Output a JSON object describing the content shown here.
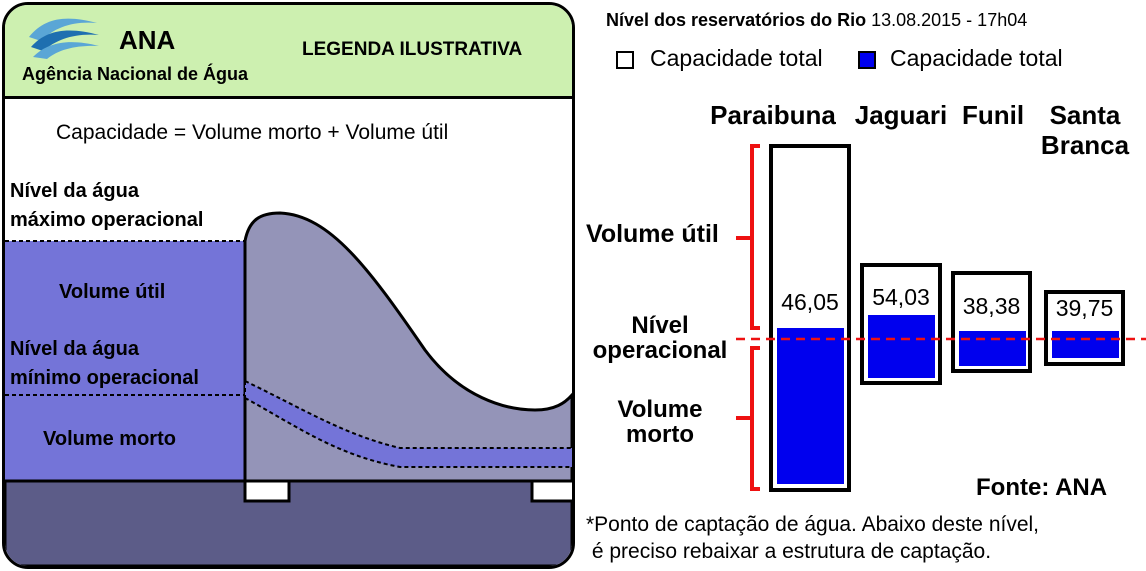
{
  "illustration": {
    "brand_name": "ANA",
    "brand_full": "Agência Nacional de Água",
    "legend_tag": "LEGENDA ILUSTRATIVA",
    "formula": "Capacidade = Volume morto + Volume útil",
    "max_level_label": [
      "Nível da água",
      "máximo operacional"
    ],
    "min_level_label": [
      "Nível da água",
      "mínimo operacional"
    ],
    "useful_volume_label": "Volume útil",
    "dead_volume_label": "Volume morto"
  },
  "chart_data": {
    "type": "bar",
    "title": "Nível dos reservatórios do Rio",
    "datetime": "13.08.2015 - 17h04",
    "legend": [
      {
        "label": "Capacidade total",
        "color": "#ffffff"
      },
      {
        "label": "Capacidade total",
        "color": "#0000ee"
      }
    ],
    "categories": [
      "Paraibuna",
      "Jaguari",
      "Funil",
      "Santa Branca"
    ],
    "category_lines": [
      [
        "Paraibuna"
      ],
      [
        "Jaguari"
      ],
      [
        "Funil"
      ],
      [
        "Santa",
        "Branca"
      ]
    ],
    "values": [
      46.05,
      54.03,
      38.38,
      39.75
    ],
    "value_labels": [
      "46,05",
      "54,03",
      "38,38",
      "39,75"
    ],
    "side_labels": {
      "useful": "Volume útil",
      "operational": [
        "Nível",
        "operacional"
      ],
      "dead": [
        "Volume",
        "morto"
      ]
    },
    "source": "Fonte: ANA",
    "footnote": [
      "*Ponto de captação de água. Abaixo deste nível,",
      " é preciso rebaixar a estrutura de captação."
    ]
  },
  "colors": {
    "header_bg": "#cdf0b0",
    "water": "#7474d8",
    "dam": "#9494b8",
    "ground": "#5c5c88",
    "fill_blue": "#0000ee",
    "marker_red": "#ee1111"
  }
}
